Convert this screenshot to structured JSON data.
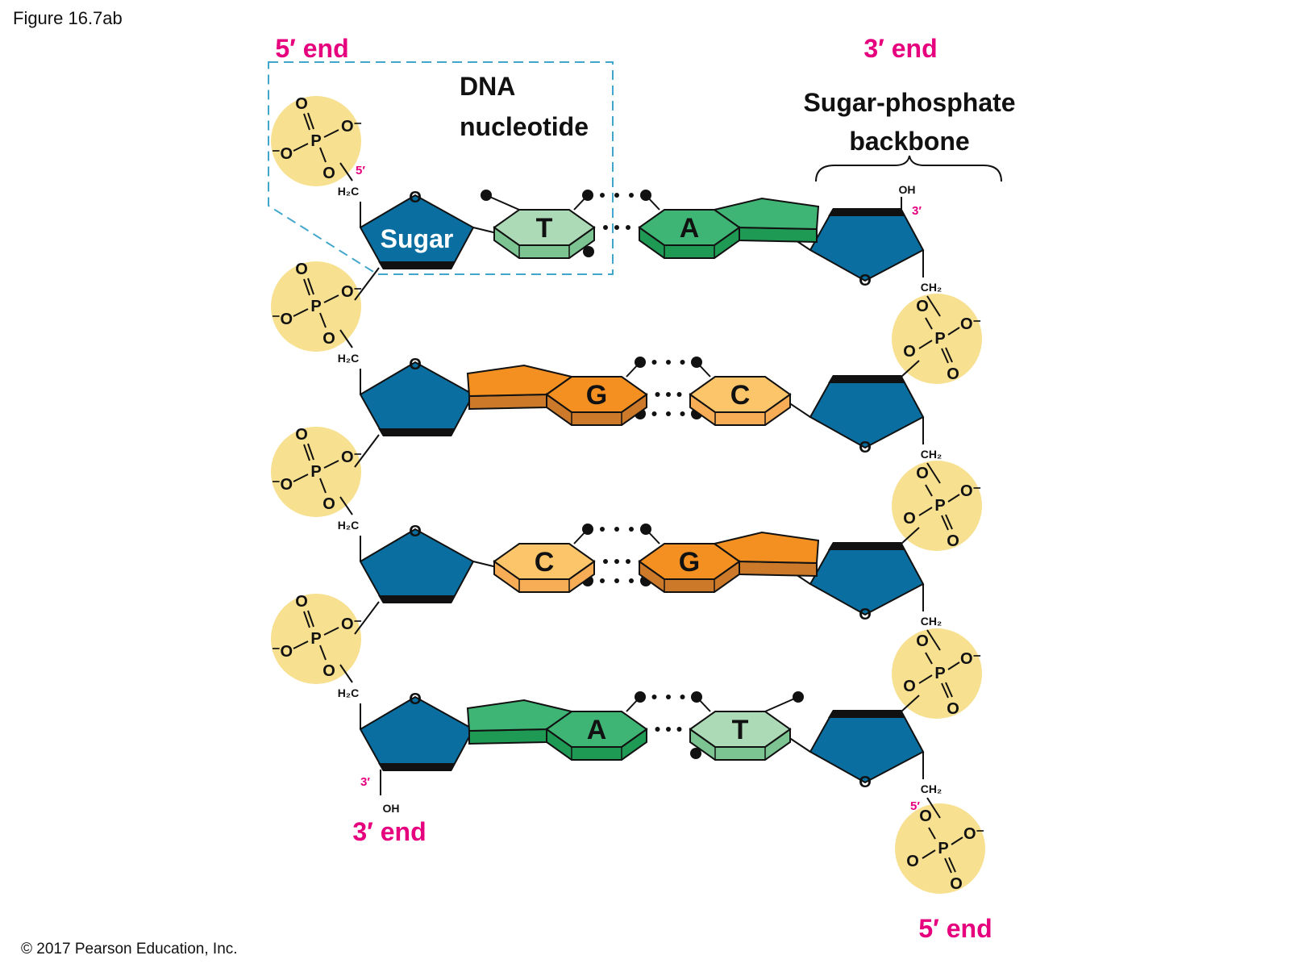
{
  "figure_label": "Figure 16.7ab",
  "copyright": "© 2017 Pearson Education, Inc.",
  "colors": {
    "end_label": "#e6007e",
    "sugar": "#0a6fa0",
    "phosphate": "#f7e08f",
    "dashed_box": "#41a6cc",
    "thymine_top": "#acd9b6",
    "thymine_side": "#7cc593",
    "adenine_top": "#3fb575",
    "adenine_side": "#1f9a55",
    "guanine_top": "#f39021",
    "guanine_side": "#cc7a2a",
    "cytosine_top": "#fdc56a",
    "cytosine_side": "#f7ad55"
  },
  "labels": {
    "left_top_end": "5′ end",
    "right_top_end": "3′ end",
    "left_bottom_end": "3′ end",
    "right_bottom_end": "5′ end",
    "nucleotide_line1": "DNA",
    "nucleotide_line2": "nucleotide",
    "backbone_line1": "Sugar-phosphate",
    "backbone_line2": "backbone",
    "sugar": "Sugar"
  },
  "atoms": {
    "oxygen": "O",
    "phosphorus": "P",
    "negative_oxygen": "O⁻",
    "hydroxyl": "OH",
    "h2c": "H₂C",
    "ch2": "CH₂",
    "prime5": "5′",
    "prime3": "3′"
  },
  "base_pairs": [
    {
      "left": "T",
      "right": "A",
      "h_bonds": 2
    },
    {
      "left": "G",
      "right": "C",
      "h_bonds": 3
    },
    {
      "left": "C",
      "right": "G",
      "h_bonds": 3
    },
    {
      "left": "A",
      "right": "T",
      "h_bonds": 2
    }
  ]
}
